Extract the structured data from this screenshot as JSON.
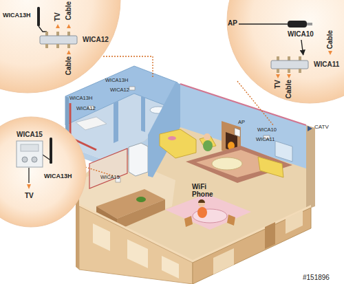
{
  "diagram": {
    "nodes": [
      {
        "text": [
          "WICA12"
        ]
      },
      {
        "text": [
          "WICA10"
        ]
      },
      {
        "text": [
          "WICA11"
        ]
      },
      {
        "text": [
          "WICA15"
        ]
      }
    ],
    "edges": [
      {
        "from": 1,
        "to": 2,
        "arrow": "to"
      }
    ],
    "labels": [
      "WICA13H",
      "Cable",
      "TV",
      "Cable",
      "AP",
      "Cable",
      "TV",
      "Cable",
      "WICA13H",
      "TV",
      "WICA13H",
      "WICA12",
      "WICA13H",
      "WICA12",
      "AP",
      "WICA10",
      "WICA11",
      "CATV",
      "WICA15",
      "WiFi Phone",
      "#151896"
    ]
  }
}
